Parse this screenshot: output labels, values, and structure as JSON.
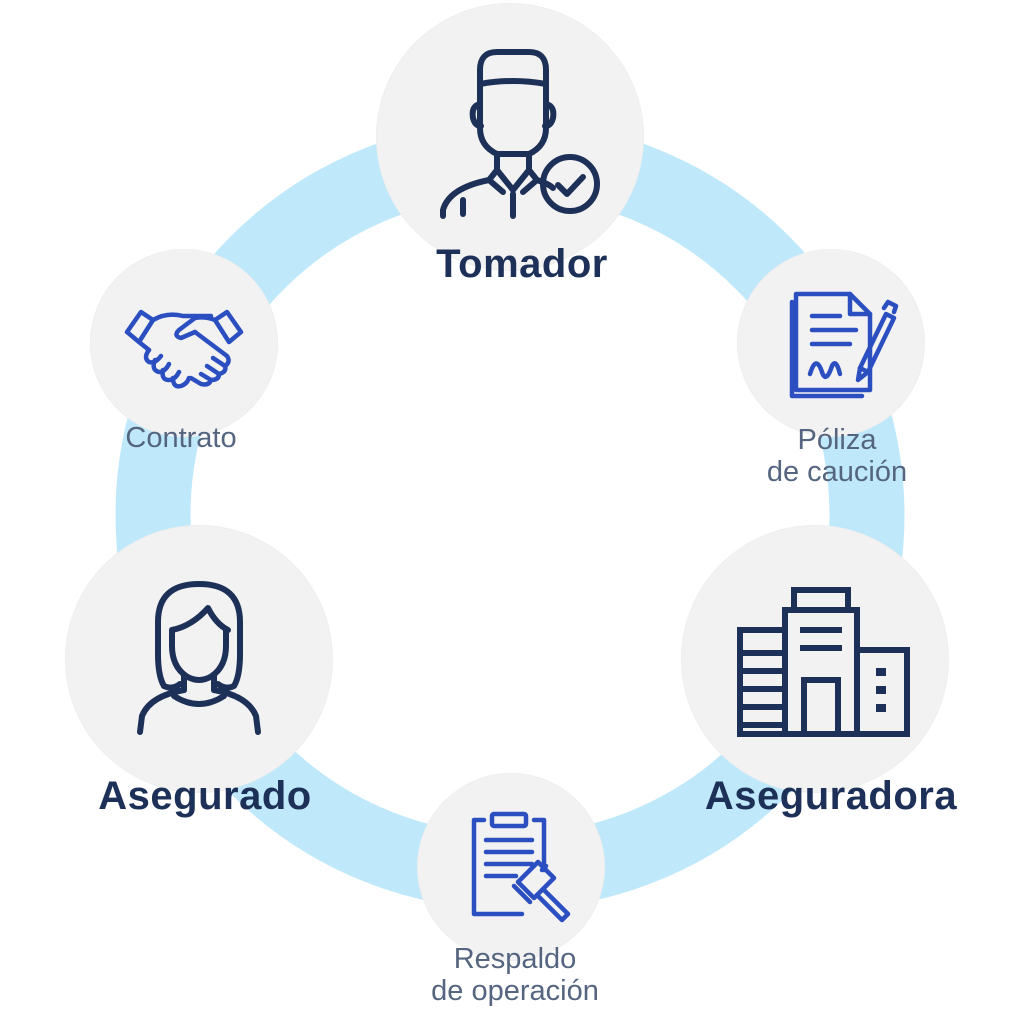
{
  "colors": {
    "ring": "#bfe9fb",
    "node_fill": "#f2f2f3",
    "major_icon": "#1d3158",
    "minor_icon": "#2b4fc1",
    "major_text": "#1d3158",
    "minor_text": "#55657f"
  },
  "nodes": {
    "tomador": {
      "label": "Tomador",
      "icon": "man-check-icon"
    },
    "poliza": {
      "label_line1": "Póliza",
      "label_line2": "de caución",
      "icon": "signed-document-icon"
    },
    "aseguradora": {
      "label": "Aseguradora",
      "icon": "buildings-icon"
    },
    "respaldo": {
      "label_line1": "Respaldo",
      "label_line2": "de operación",
      "icon": "clipboard-gavel-icon"
    },
    "asegurado": {
      "label": "Asegurado",
      "icon": "woman-icon"
    },
    "contrato": {
      "label": "Contrato",
      "icon": "handshake-icon"
    }
  }
}
